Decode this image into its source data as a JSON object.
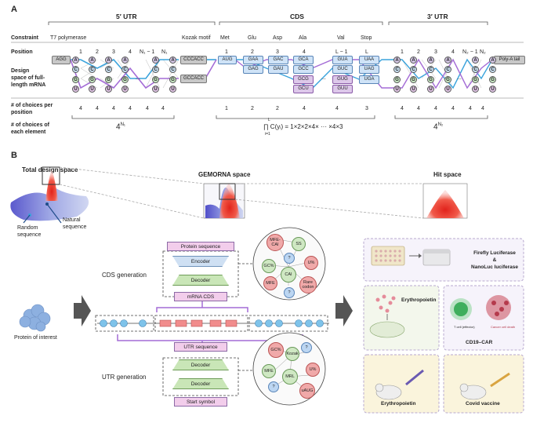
{
  "panel_a": {
    "label": "A",
    "sections": {
      "utr5": "5′ UTR",
      "cds": "CDS",
      "utr3": "3′ UTR"
    },
    "constraint": {
      "label": "Constraint",
      "t7": "T7 polymerase",
      "kozak": "Kozak motif",
      "met": "Met",
      "glu": "Glu",
      "asp": "Asp",
      "ala": "Ala",
      "val": "Val",
      "stop": "Stop"
    },
    "position": {
      "label": "Position",
      "utr5": [
        "1",
        "2",
        "3",
        "4",
        "N₁ − 1",
        "N₁"
      ],
      "cds": [
        "1",
        "2",
        "3",
        "4",
        "L − 1",
        "L"
      ],
      "utr3": [
        "1",
        "2",
        "3",
        "4",
        "N₂ − 1",
        "N₂"
      ]
    },
    "design_space_label": [
      "Design",
      "space of full-",
      "length mRNA"
    ],
    "fixed": {
      "agg": "AGG",
      "cccacc": "CCCACC",
      "gccacc": "GCCACC",
      "aug": "AUG",
      "polya": "Poly-A tail"
    },
    "nucleotides": [
      "A",
      "C",
      "G",
      "U"
    ],
    "ellipsis": "...",
    "codons": {
      "glu": [
        "GAA",
        "GAG"
      ],
      "asp": [
        "GAC",
        "GAU"
      ],
      "ala": [
        "GCA",
        "GCC",
        "GCG",
        "GCU"
      ],
      "val": [
        "GUA",
        "GUC",
        "GUG",
        "GUU"
      ],
      "stop": [
        "UAA",
        "UAG",
        "UGA"
      ]
    },
    "choices_label": [
      "# of choices per",
      "position"
    ],
    "choices": {
      "utr5": [
        "4",
        "4",
        "4",
        "4",
        "4",
        "4"
      ],
      "cds": [
        "1",
        "2",
        "2",
        "4",
        "4",
        "3"
      ],
      "utr3": [
        "4",
        "4",
        "4",
        "4",
        "4",
        "4"
      ]
    },
    "elements_label": [
      "# of choices of",
      "each element"
    ],
    "formula": {
      "utr5": "4",
      "utr5_exp": "N₁",
      "cds": "∏ C(yᵢ) = 1×2×2×4× ··· ×4×3",
      "cds_top": "L",
      "cds_bottom": "i=1",
      "utr3": "4",
      "utr3_exp": "N₂"
    }
  },
  "panel_b": {
    "label": "B",
    "spaces": {
      "total": "Total design space",
      "gemorna": "GEMORNA space",
      "hit": "Hit space"
    },
    "random": [
      "Random",
      "sequence"
    ],
    "natural": [
      "Natural",
      "sequence"
    ],
    "protein_label": "Protein of interest",
    "cds_generation": "CDS generation",
    "utr_generation": "UTR generation",
    "cds_flow": {
      "protein_sequence": "Protein sequence",
      "encoder": "Encoder",
      "decoder": "Decoder",
      "mrna_cds": "mRNA CDS"
    },
    "utr_flow": {
      "utr_sequence": "UTR sequence",
      "decoder1": "Decoder",
      "decoder2": "Decoder",
      "start_symbol": "Start symbol"
    },
    "cds_bubbles": [
      "MFE-CAI",
      "SS",
      "GC%",
      "?",
      "U%",
      "CAI",
      "MFE",
      "?",
      "Rare codon"
    ],
    "utr_bubbles": [
      "GC%",
      "Kozak",
      "?",
      "MFE",
      "U%",
      "MRL",
      "?",
      "uAUG"
    ],
    "results": {
      "firefly": "Firefly Luciferase",
      "and": "&",
      "nanoluc": "NanoLuc luciferase",
      "epo": "Erythropoietin",
      "car": "CD19–CAR",
      "t_cell": "T cell (effector)",
      "cancer": "Cancer cell death",
      "epo2": "Erythropoietin",
      "covid": "Covid vaccine"
    }
  }
}
